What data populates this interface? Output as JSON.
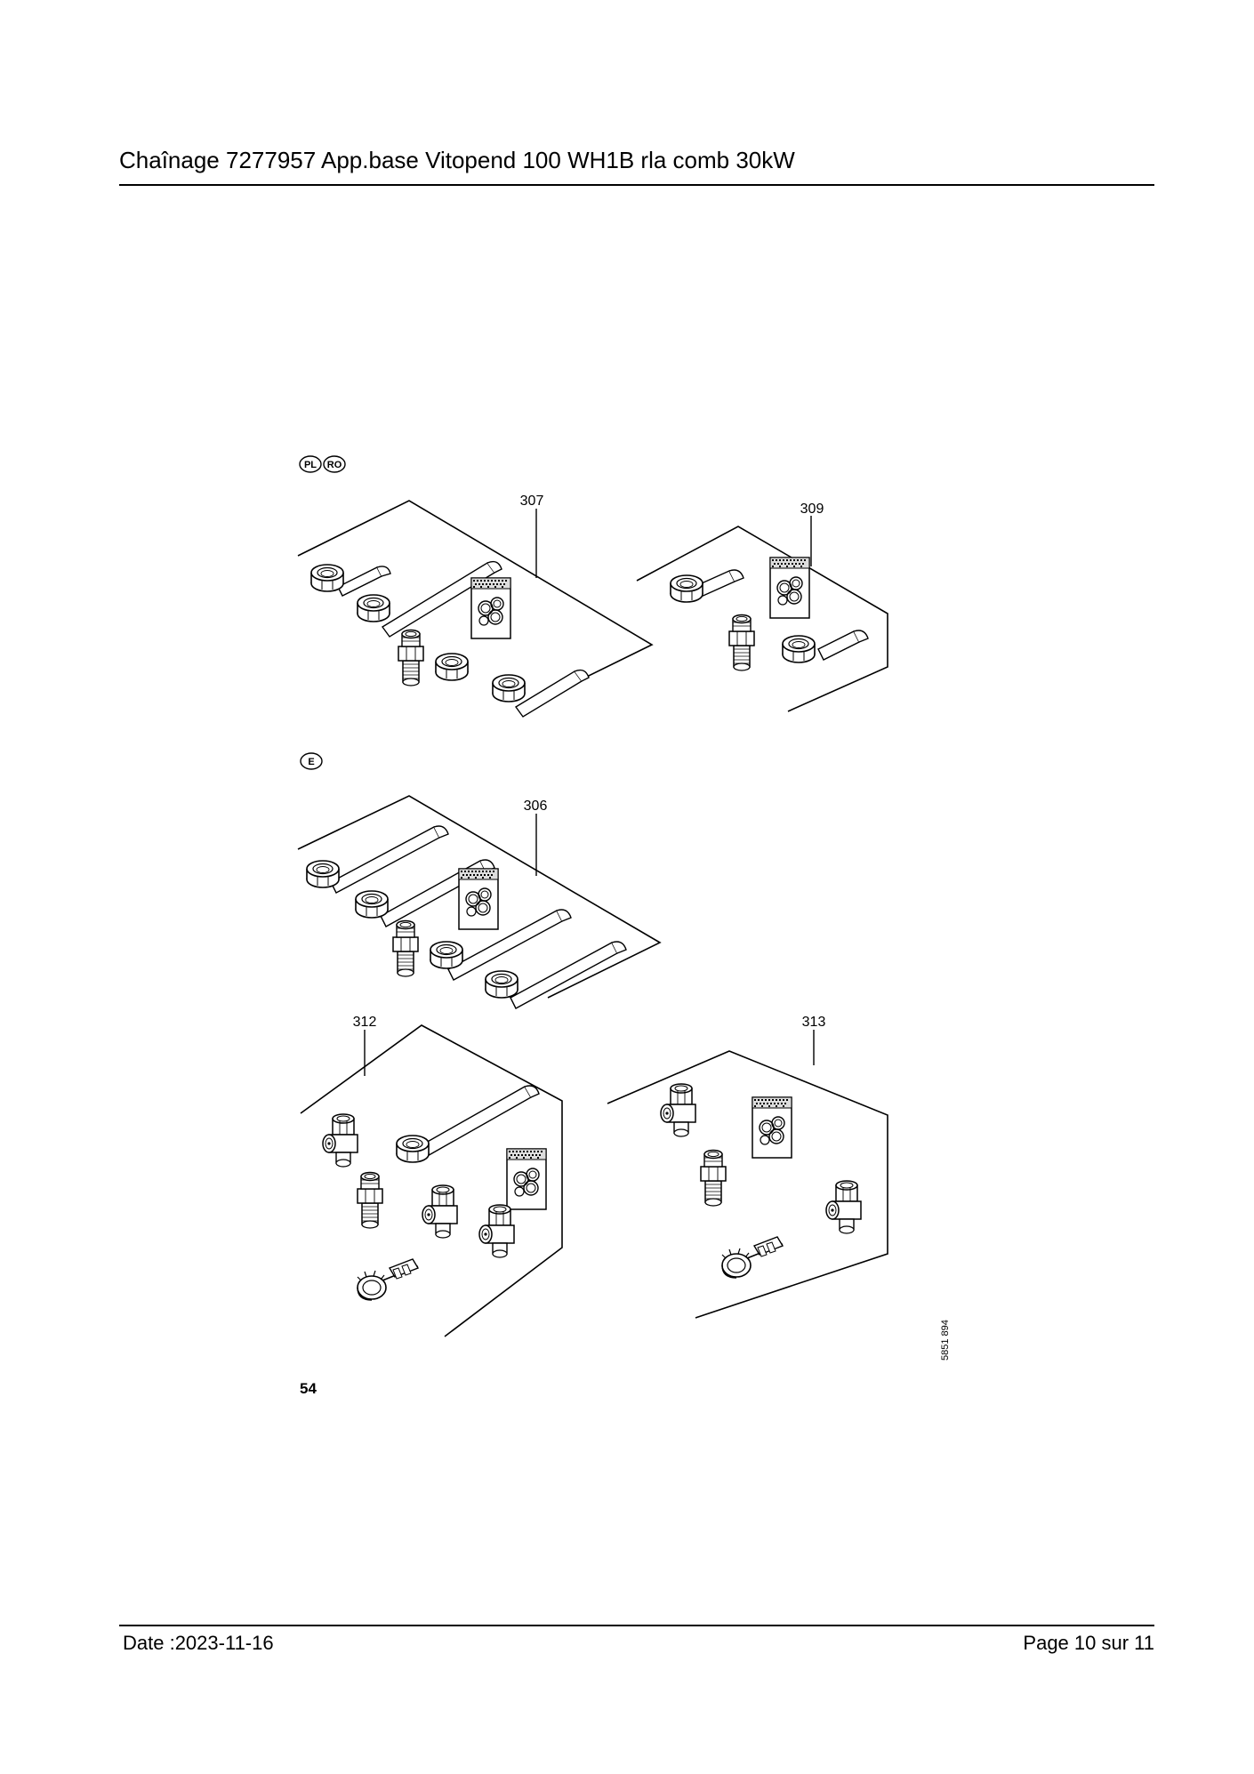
{
  "header": {
    "title": "Chaînage 7277957 App.base Vitopend 100 WH1B rla comb 30kW"
  },
  "figure": {
    "group_top": {
      "countries": [
        "PL",
        "RO"
      ],
      "parts": [
        "307",
        "309"
      ]
    },
    "group_bottom": {
      "countries": [
        "E"
      ],
      "parts": [
        "306",
        "312",
        "313"
      ]
    },
    "page_number": "54",
    "drawing_code": "5851 894"
  },
  "footer": {
    "date": "Date :2023-11-16",
    "page": "Page 10 sur  11"
  }
}
